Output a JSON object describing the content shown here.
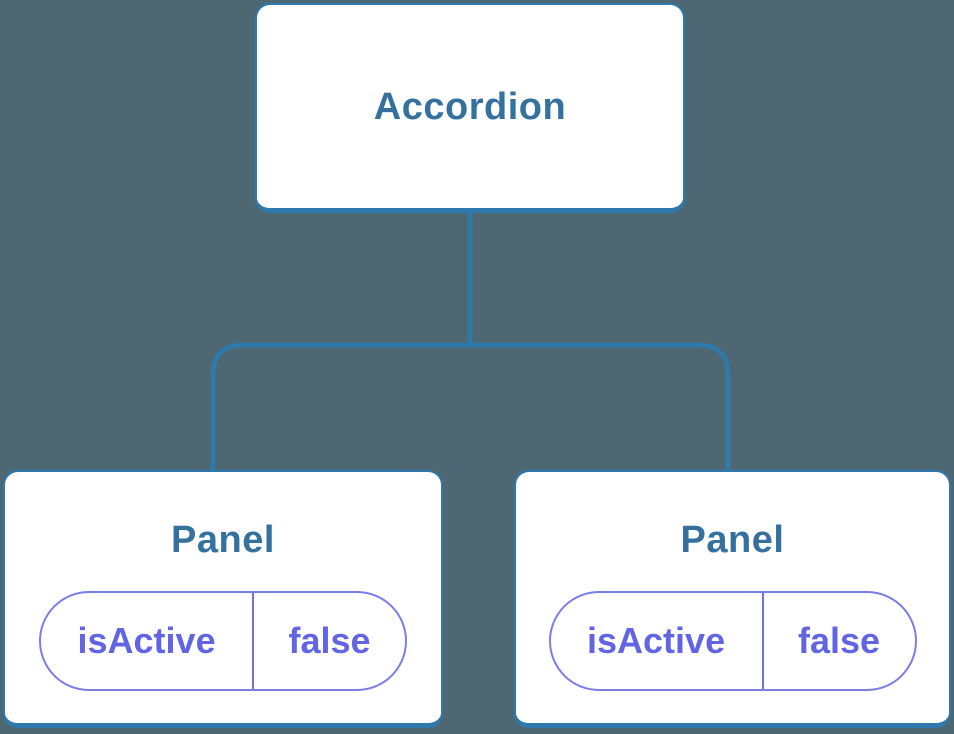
{
  "diagram": {
    "type": "component-tree",
    "colors": {
      "background": "#4d6873",
      "line_blue": "#2e79ae",
      "title_blue": "#35719f",
      "state_purple": "#6165e5",
      "pill_border_purple": "#7b7de9",
      "node_fill": "#ffffff"
    },
    "root": {
      "label": "Accordion"
    },
    "children": [
      {
        "label": "Panel",
        "state": {
          "key": "isActive",
          "value": "false"
        }
      },
      {
        "label": "Panel",
        "state": {
          "key": "isActive",
          "value": "false"
        }
      }
    ]
  }
}
